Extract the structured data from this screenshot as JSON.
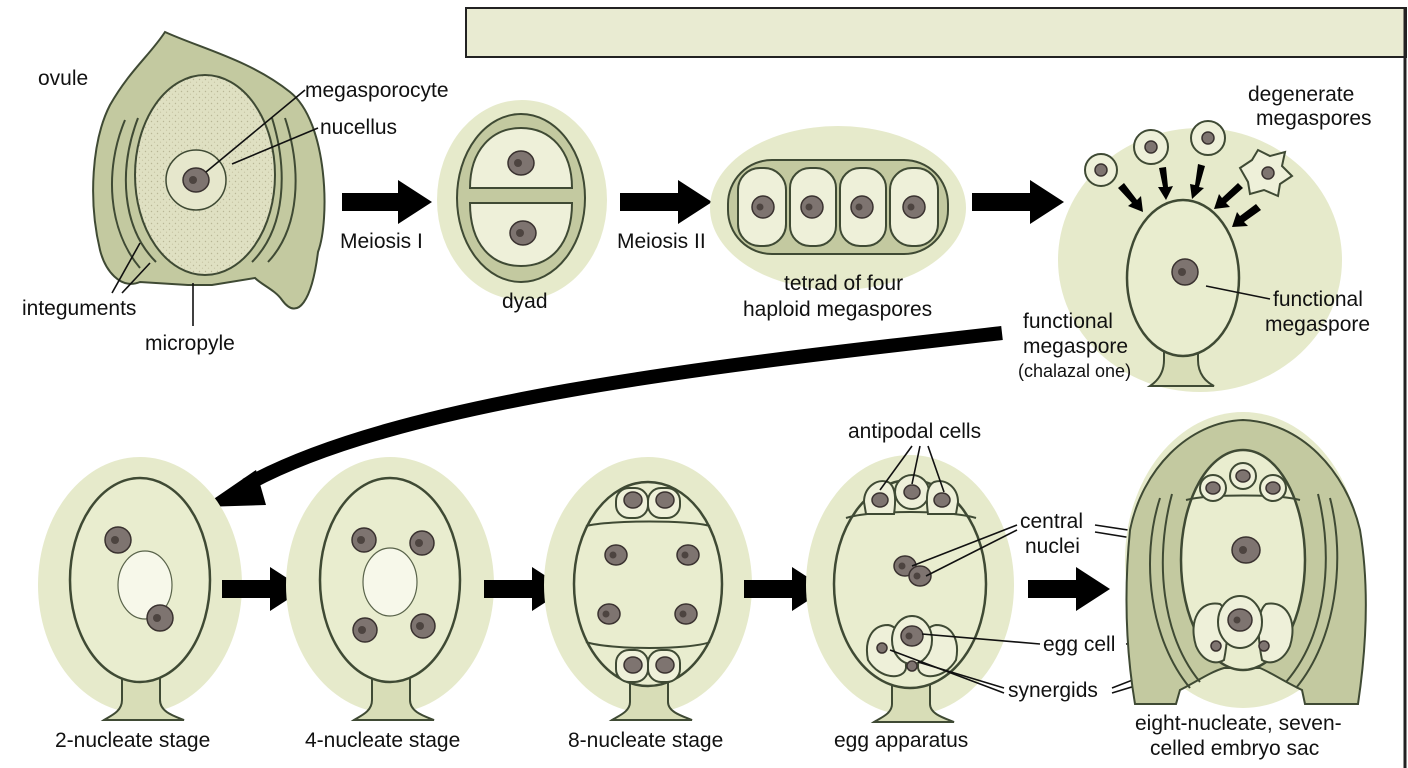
{
  "labels": {
    "ovule": "ovule",
    "megasporocyte": "megasporocyte",
    "nucellus": "nucellus",
    "integuments": "integuments",
    "micropyle": "micropyle",
    "meiosis1": "Meiosis I",
    "dyad": "dyad",
    "meiosis2": "Meiosis II",
    "tetrad_line1": "tetrad of four",
    "tetrad_line2": "haploid megaspores",
    "degenerate_line1": "degenerate",
    "degenerate_line2": "megaspores",
    "functional_right_line1": "functional",
    "functional_right_line2": "megaspore",
    "functional_left_line1": "functional",
    "functional_left_line2": "megaspore",
    "chalazal": "(chalazal one)",
    "two_nucleate": "2-nucleate stage",
    "four_nucleate": "4-nucleate stage",
    "eight_nucleate": "8-nucleate stage",
    "egg_apparatus": "egg apparatus",
    "antipodal": "antipodal cells",
    "central_line1": "central",
    "central_line2": "nuclei",
    "egg_cell": "egg cell",
    "synergids": "synergids",
    "final_line1": "eight-nucleate, seven-",
    "final_line2": "celled embryo sac"
  },
  "colors": {
    "background": "#ffffff",
    "title_box": "#e9ebd2",
    "tissue": "#c3c9a0",
    "cell": "#eef0d9",
    "nucleus": "#7e7470",
    "arrow": "#000000"
  }
}
